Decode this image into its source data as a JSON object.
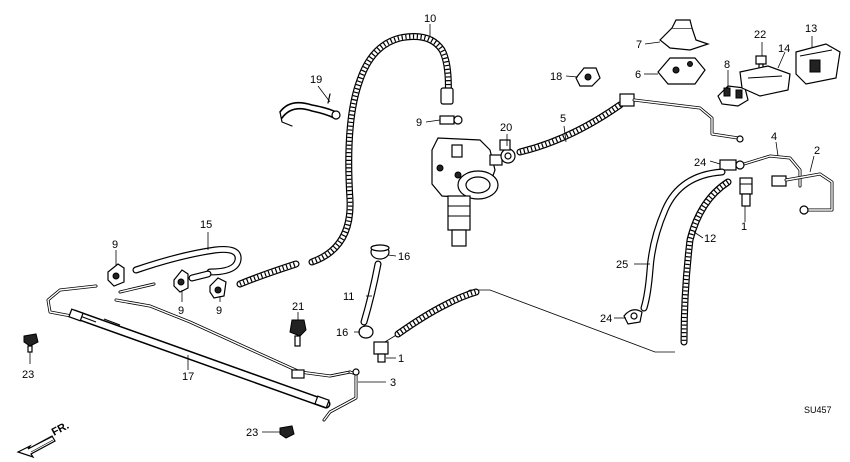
{
  "callouts": {
    "c1a": "1",
    "c1b": "1",
    "c2": "2",
    "c3": "3",
    "c4": "4",
    "c5": "5",
    "c6": "6",
    "c7": "7",
    "c8": "8",
    "c9a": "9",
    "c9b": "9",
    "c9c": "9",
    "c9d": "9",
    "c10": "10",
    "c11": "11",
    "c12": "12",
    "c13": "13",
    "c14": "14",
    "c15": "15",
    "c16a": "16",
    "c16b": "16",
    "c17": "17",
    "c18": "18",
    "c19": "19",
    "c20": "20",
    "c21": "21",
    "c22": "22",
    "c23a": "23",
    "c23b": "23",
    "c24a": "24",
    "c24b": "24",
    "c25": "25"
  },
  "direction_label": "FR.",
  "diagram_code": "SU457"
}
